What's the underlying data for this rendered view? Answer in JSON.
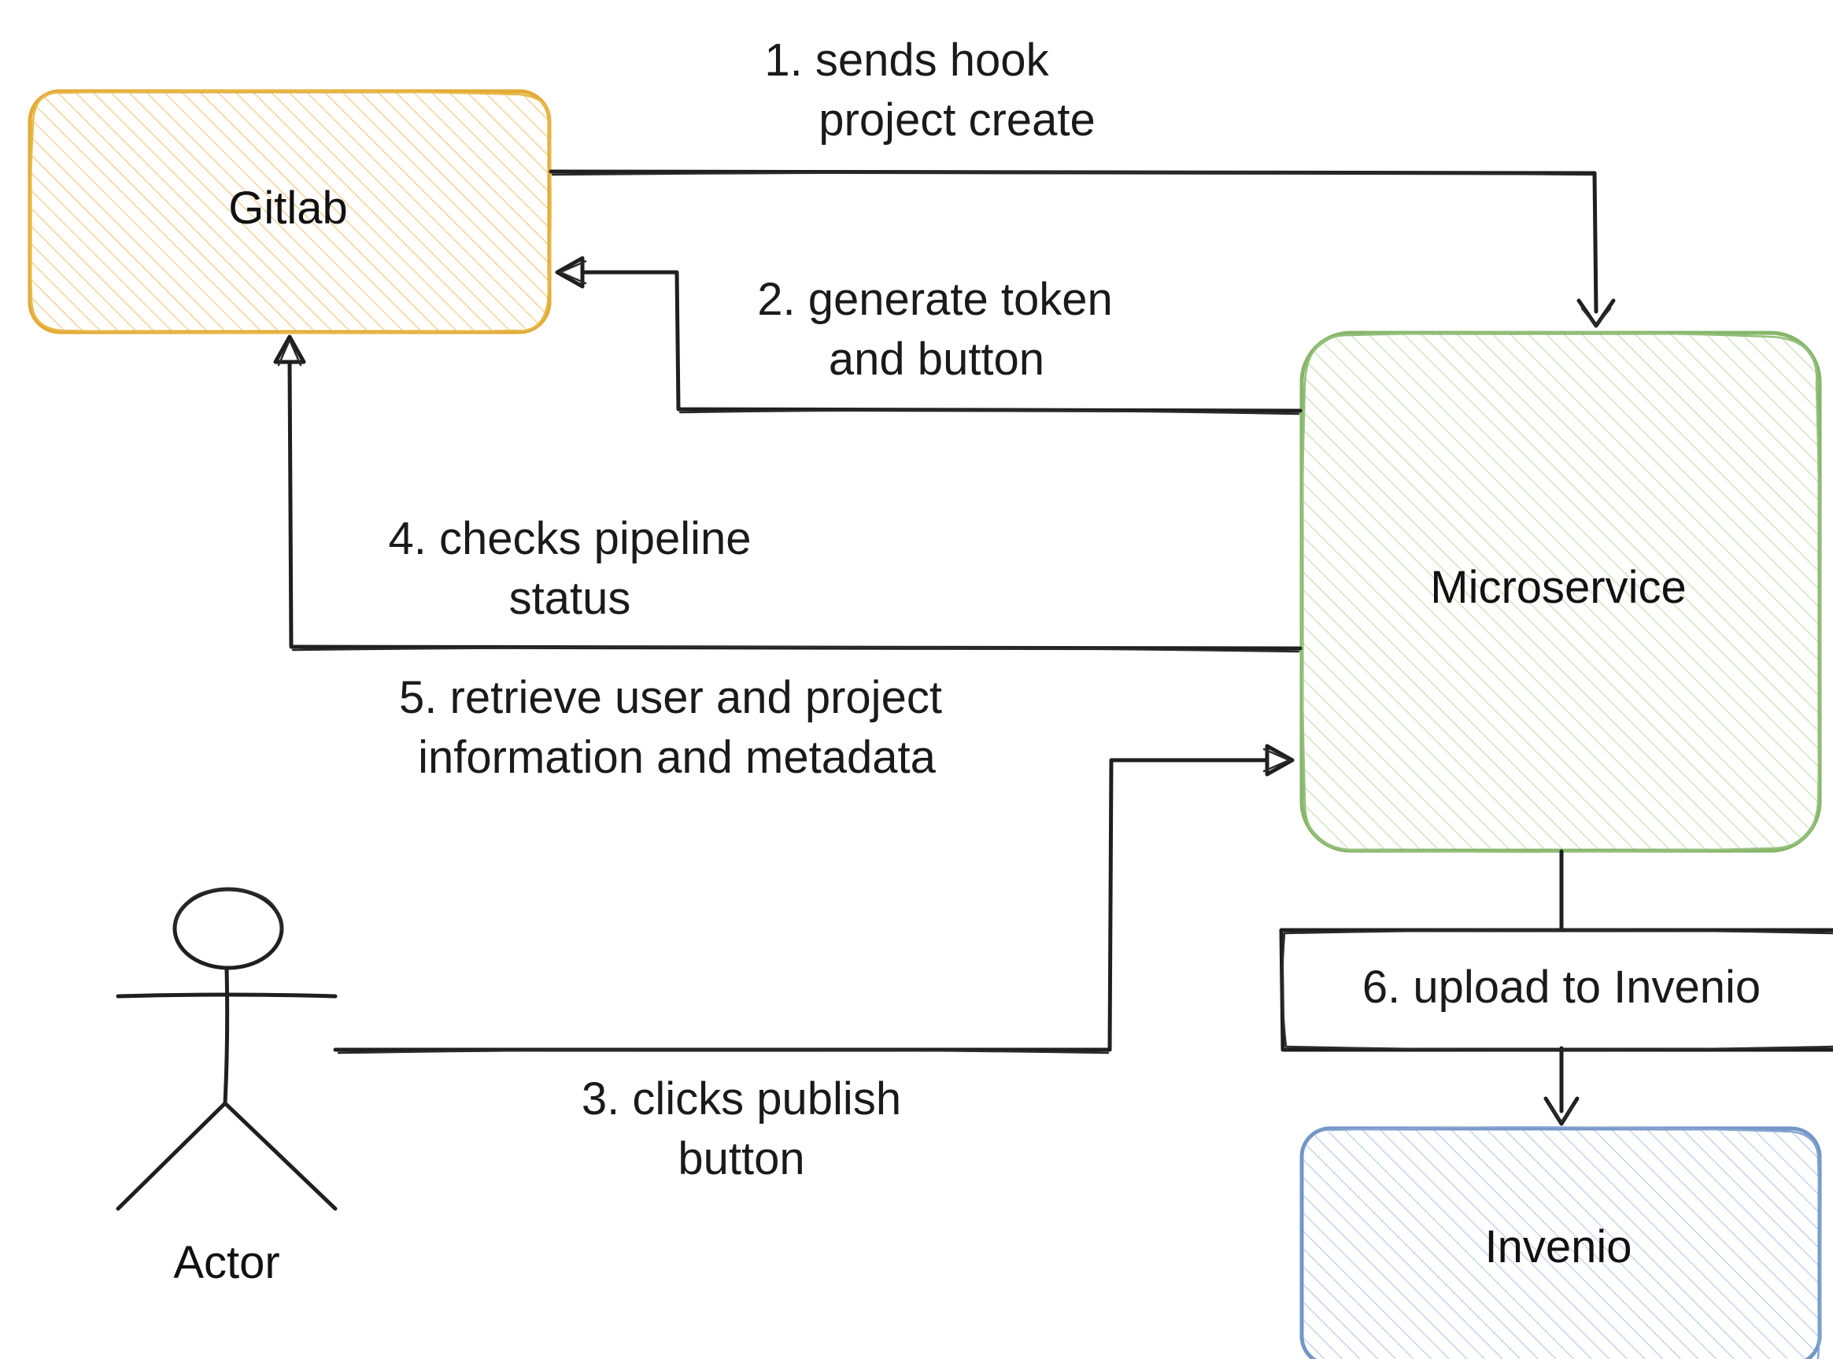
{
  "nodes": {
    "gitlab": {
      "label": "Gitlab",
      "stroke": "#E0A82A",
      "fill": "#F6D9A3"
    },
    "microservice": {
      "label": "Microservice",
      "stroke": "#82B366",
      "fill": "#C9E2B6"
    },
    "invenio": {
      "label": "Invenio",
      "stroke": "#6C8EBF",
      "fill": "#B9CDE6"
    },
    "actor": {
      "label": "Actor",
      "icon": "stick-figure-icon"
    },
    "upload_step": {
      "label": "6. upload to Invenio"
    }
  },
  "edges": {
    "e1": {
      "line1": "1. sends hook",
      "line2": "project create"
    },
    "e2": {
      "line1": "2. generate token",
      "line2": "and button"
    },
    "e3": {
      "line1": "3. clicks publish",
      "line2": "button"
    },
    "e4": {
      "line1": "4. checks pipeline",
      "line2": "status"
    },
    "e5": {
      "line1": "5. retrieve user and project",
      "line2": "information and metadata"
    }
  }
}
